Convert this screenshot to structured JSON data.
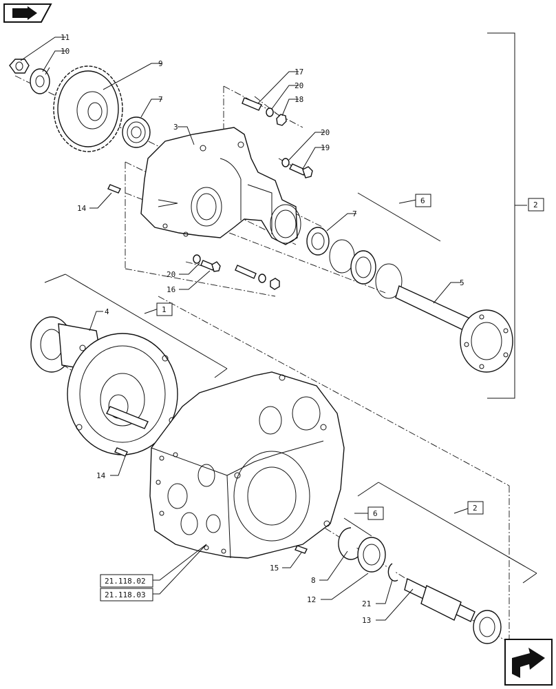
{
  "callouts": [
    {
      "id": "c11",
      "text": "11"
    },
    {
      "id": "c10",
      "text": "10"
    },
    {
      "id": "c9",
      "text": "9"
    },
    {
      "id": "c7a",
      "text": "7"
    },
    {
      "id": "c3",
      "text": "3"
    },
    {
      "id": "c17",
      "text": "17"
    },
    {
      "id": "c20a",
      "text": "20"
    },
    {
      "id": "c18",
      "text": "18"
    },
    {
      "id": "c20b",
      "text": "20"
    },
    {
      "id": "c19",
      "text": "19"
    },
    {
      "id": "c7b",
      "text": "7"
    },
    {
      "id": "c5",
      "text": "5"
    },
    {
      "id": "c14a",
      "text": "14"
    },
    {
      "id": "c20c",
      "text": "20"
    },
    {
      "id": "c16",
      "text": "16"
    },
    {
      "id": "c4",
      "text": "4"
    },
    {
      "id": "c14b",
      "text": "14"
    },
    {
      "id": "c15",
      "text": "15"
    },
    {
      "id": "c8",
      "text": "8"
    },
    {
      "id": "c12",
      "text": "12"
    },
    {
      "id": "c21",
      "text": "21"
    },
    {
      "id": "c13",
      "text": "13"
    }
  ],
  "assembly_boxes": [
    {
      "id": "b6a",
      "text": "6"
    },
    {
      "id": "b2a",
      "text": "2"
    },
    {
      "id": "b1",
      "text": "1"
    },
    {
      "id": "b6b",
      "text": "6"
    },
    {
      "id": "b2b",
      "text": "2"
    }
  ],
  "references": [
    {
      "id": "r1",
      "text": "21.118.02"
    },
    {
      "id": "r2",
      "text": "21.118.03"
    }
  ],
  "icons": {
    "top_left": "book-navigation-icon",
    "bottom_right": "next-page-arrow-icon"
  }
}
